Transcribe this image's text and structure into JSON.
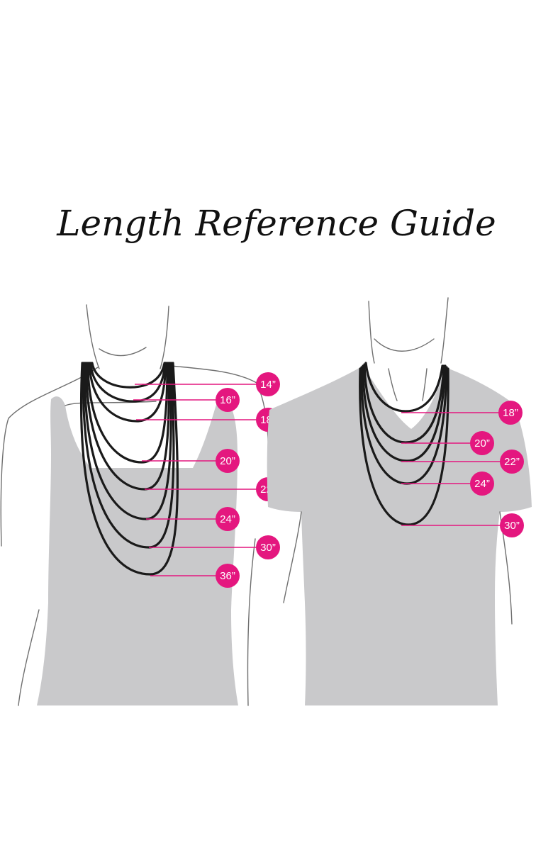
{
  "title": "Length Reference Guide",
  "colors": {
    "accent": "#e4177f",
    "garment": "#c9c9cb",
    "chain": "#1a1a1a",
    "outline": "#6f6f6f"
  },
  "female": {
    "lengths": [
      "14”",
      "16”",
      "18”",
      "20”",
      "22”",
      "24”",
      "30”",
      "36”"
    ]
  },
  "male": {
    "lengths": [
      "18”",
      "20”",
      "22”",
      "24”",
      "30”"
    ]
  }
}
